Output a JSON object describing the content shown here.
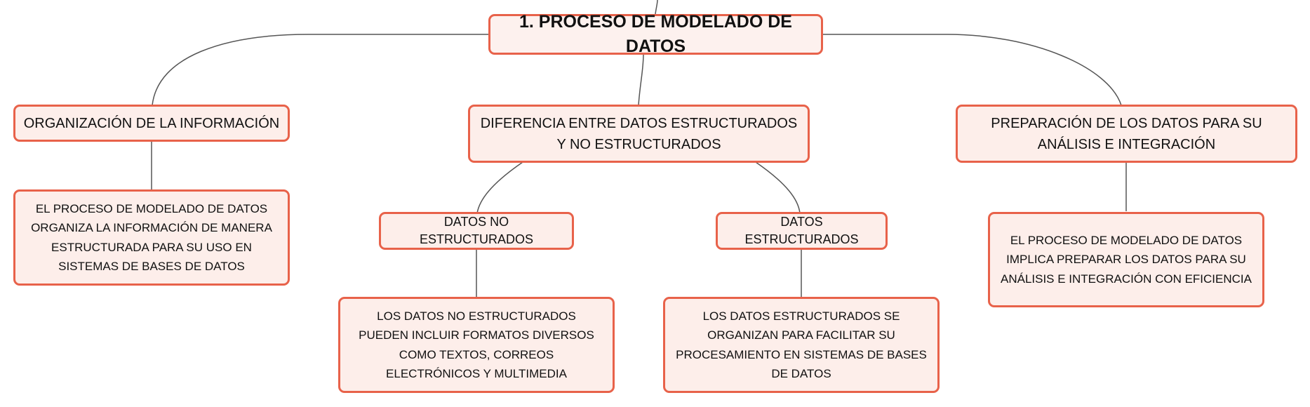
{
  "colors": {
    "node_border": "#e8624a",
    "node_fill": "#fdeeea",
    "connector": "#555555"
  },
  "root": {
    "label": "1. PROCESO DE MODELADO DE DATOS"
  },
  "branches": {
    "organizacion": {
      "label": "ORGANIZACIÓN DE LA INFORMACIÓN",
      "detail": "EL PROCESO DE MODELADO DE DATOS ORGANIZA LA INFORMACIÓN DE MANERA ESTRUCTURADA PARA SU USO EN SISTEMAS DE BASES DE DATOS"
    },
    "diferencia": {
      "label": "DIFERENCIA ENTRE DATOS ESTRUCTURADOS Y NO ESTRUCTURADOS",
      "no_estructurados": {
        "label": "DATOS NO ESTRUCTURADOS",
        "detail": "LOS DATOS NO ESTRUCTURADOS PUEDEN INCLUIR FORMATOS DIVERSOS COMO TEXTOS, CORREOS ELECTRÓNICOS Y MULTIMEDIA"
      },
      "estructurados": {
        "label": "DATOS ESTRUCTURADOS",
        "detail": "LOS DATOS ESTRUCTURADOS SE ORGANIZAN PARA FACILITAR SU PROCESAMIENTO EN SISTEMAS DE BASES DE DATOS"
      }
    },
    "preparacion": {
      "label": "PREPARACIÓN DE LOS DATOS PARA SU ANÁLISIS E INTEGRACIÓN",
      "detail": "EL PROCESO DE MODELADO DE DATOS IMPLICA PREPARAR LOS DATOS PARA SU ANÁLISIS E INTEGRACIÓN CON EFICIENCIA"
    }
  }
}
